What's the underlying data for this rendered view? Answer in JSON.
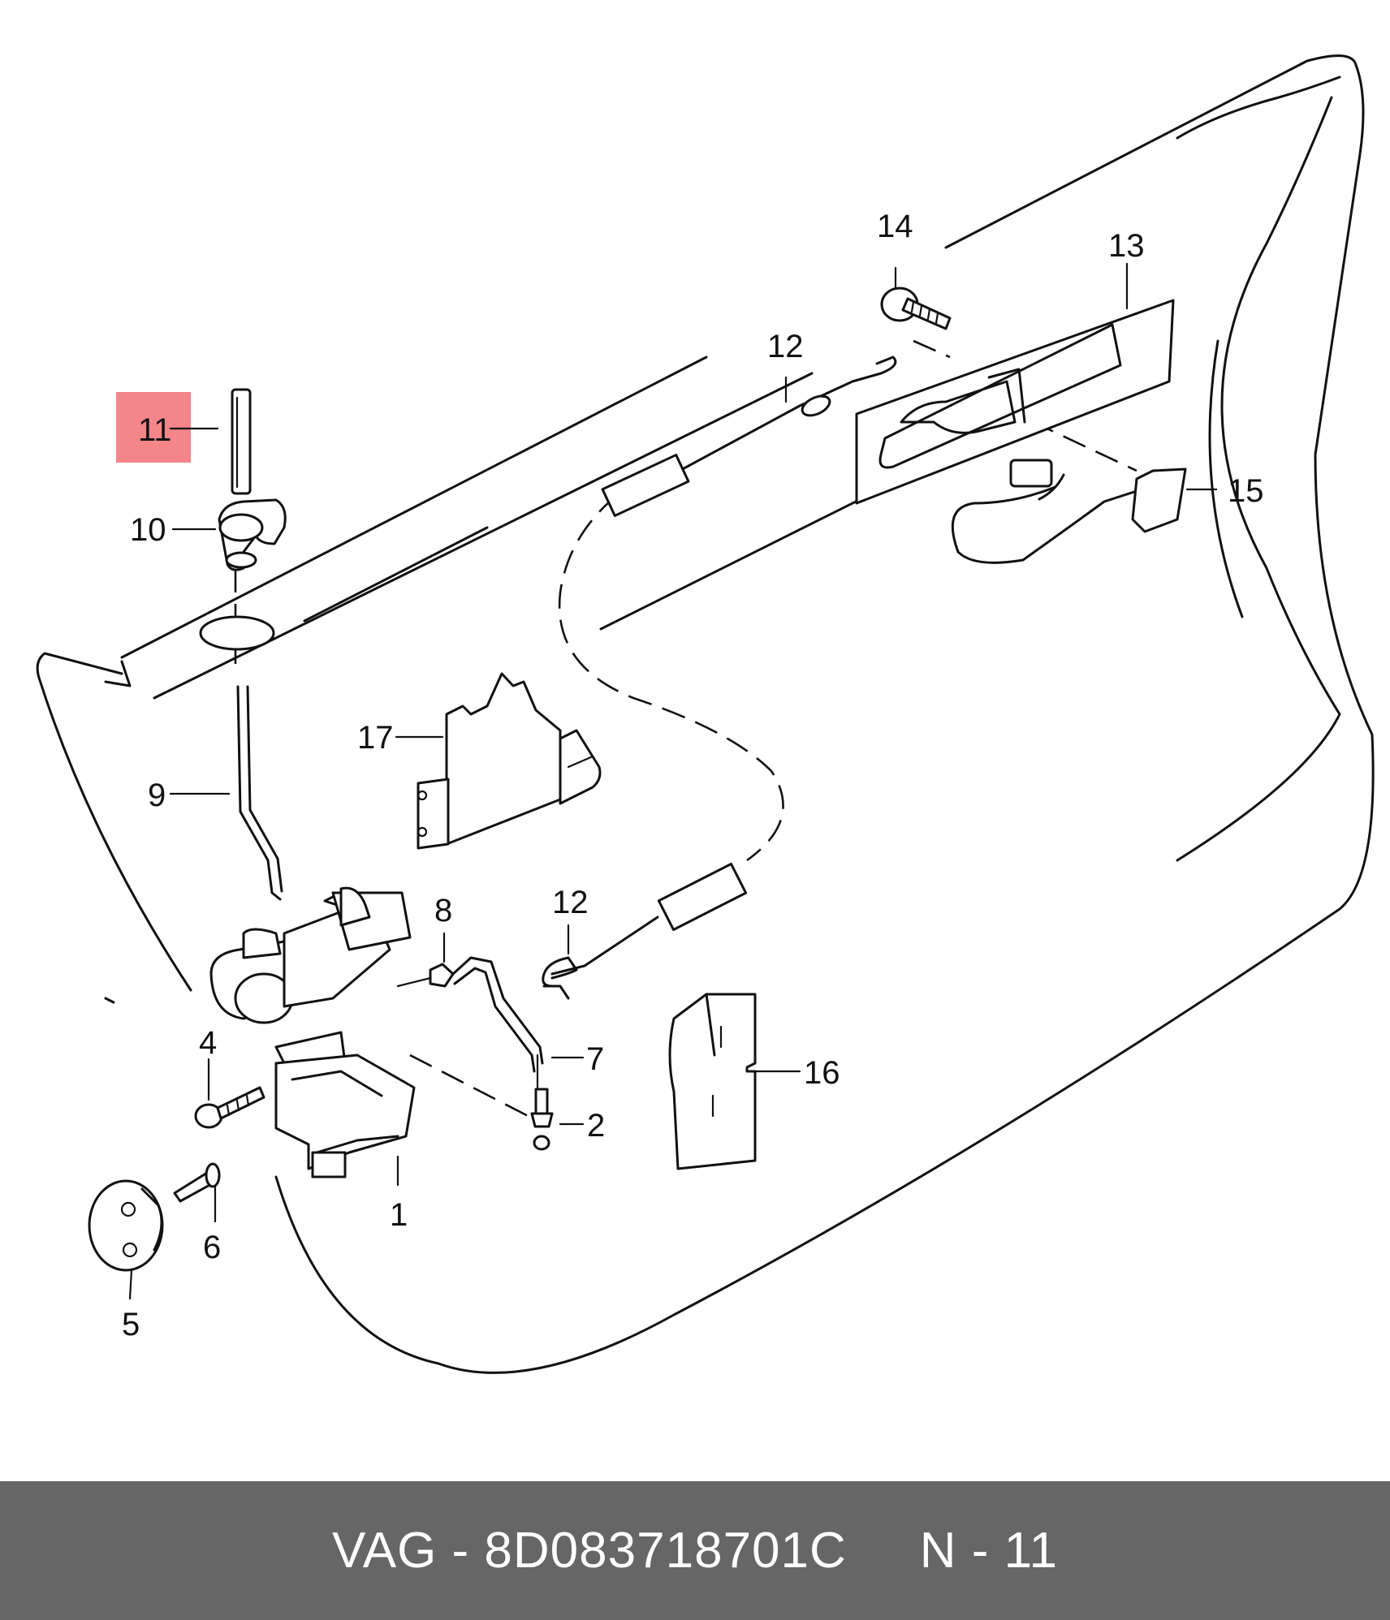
{
  "diagram": {
    "callouts": [
      "1",
      "2",
      "4",
      "5",
      "6",
      "7",
      "8",
      "9",
      "10",
      "11",
      "12",
      "12",
      "13",
      "14",
      "15",
      "16",
      "17"
    ],
    "highlight_color": "#F4868A",
    "highlighted_callout": "11"
  },
  "footer": {
    "brand": "VAG",
    "separator": " - ",
    "part_number": "8D083718701C",
    "position_label": "N - 11",
    "background": "#666666"
  }
}
